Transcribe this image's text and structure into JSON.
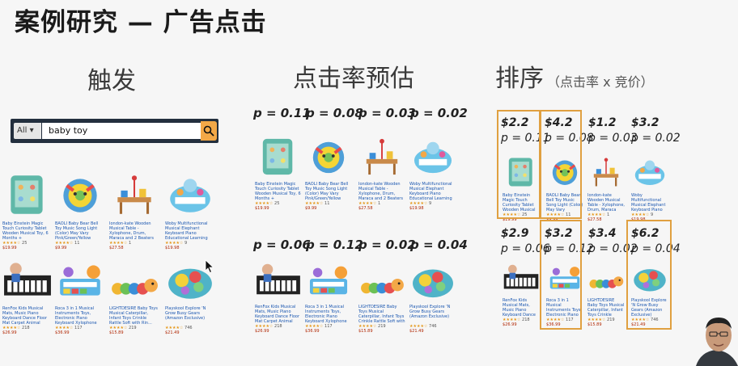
{
  "title": "案例研究 — 广告点击",
  "sections": {
    "trigger": "触发",
    "ctr": "点击率预估",
    "rank": "排序",
    "rank_note": "（点击率 x 竞价）"
  },
  "search": {
    "category": "All ▾",
    "query": "baby toy"
  },
  "products": [
    {
      "desc": "Baby Einstein Magic Touch Curiosity Tablet Wooden Musical Toy, 6 Months +",
      "reviews": "25",
      "price": "$19.99"
    },
    {
      "desc": "BAOLI Baby Bear Bell Toy Music Song Light (Color) May Vary Pink/Green/Yellow",
      "reviews": "11",
      "price": "$9.99"
    },
    {
      "desc": "Iondon-kate Wooden Musical Table - Xylophone, Drum, Maraca and 2 Beaters",
      "reviews": "1",
      "price": "$27.58"
    },
    {
      "desc": "Woby Multifunctional Musical Elephant Keyboard Piano Educational Learning Light Up...",
      "reviews": "9",
      "price": "$19.98"
    },
    {
      "desc": "RenFox Kids Musical Mats, Music Piano Keyboard Dance Floor Mat Carpet Animal Blanke...",
      "reviews": "218",
      "price": "$26.99"
    },
    {
      "desc": "Roca 3 in 1 Musical Instruments Toys, Electronic Piano Keyboard Xylophone Drum Set...",
      "reviews": "117",
      "price": "$36.99"
    },
    {
      "desc": "LIGHTDESIRE Baby Toys Musical Caterpillar, Infant Toys Crinkle Rattle Soft with Rin...",
      "reviews": "219",
      "price": "$15.89"
    },
    {
      "desc": "Playskool Explore 'N Grow Busy Gears (Amazon Exclusive)",
      "reviews": "746",
      "price": "$21.49"
    }
  ],
  "ctr": [
    "p = 0.11",
    "p = 0.08",
    "p = 0.03",
    "p = 0.02",
    "p = 0.06",
    "p = 0.12",
    "p = 0.02",
    "p = 0.04"
  ],
  "bids": [
    "$2.2",
    "$4.2",
    "$1.2",
    "$3.2",
    "$2.9",
    "$3.2",
    "$3.4",
    "$6.2"
  ],
  "colors": {
    "highlight": "#e0a040",
    "search_bg": "#232f3e",
    "search_btn": "#f3a847"
  }
}
